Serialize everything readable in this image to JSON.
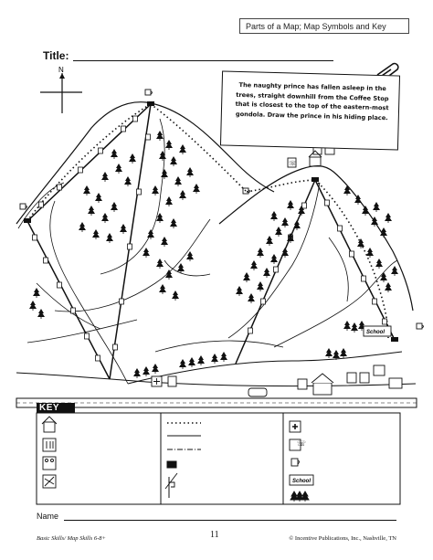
{
  "header": {
    "title": "Parts of a Map; Map Symbols and Key"
  },
  "title_label": "Title:",
  "note": {
    "text": "The naughty prince has fallen asleep in the trees, straight downhill from the Coffee Stop that is closest to the top of the eastern-most gondola. Draw the prince in his hiding place."
  },
  "compass": {
    "north_label": "N"
  },
  "map": {
    "school_sign": "School"
  },
  "key": {
    "label": "KEY",
    "school_symbol": "School"
  },
  "name_label": "Name",
  "footer": {
    "left": "Basic Skills/ Map Skills 6-8+",
    "page_number": "11",
    "right": "© Incentive Publications, Inc., Nashville, TN"
  },
  "colors": {
    "ink": "#111111",
    "paper": "#ffffff"
  },
  "icons": [
    "compass-rose-icon",
    "coffee-cup-icon",
    "tree-icon",
    "house-icon",
    "restaurant-icon",
    "restroom-icon",
    "hospital-icon",
    "telephone-icon",
    "no-skiing-icon",
    "car-icon",
    "gondola-tower-icon",
    "ski-lift-icon",
    "paperclip-icon"
  ]
}
